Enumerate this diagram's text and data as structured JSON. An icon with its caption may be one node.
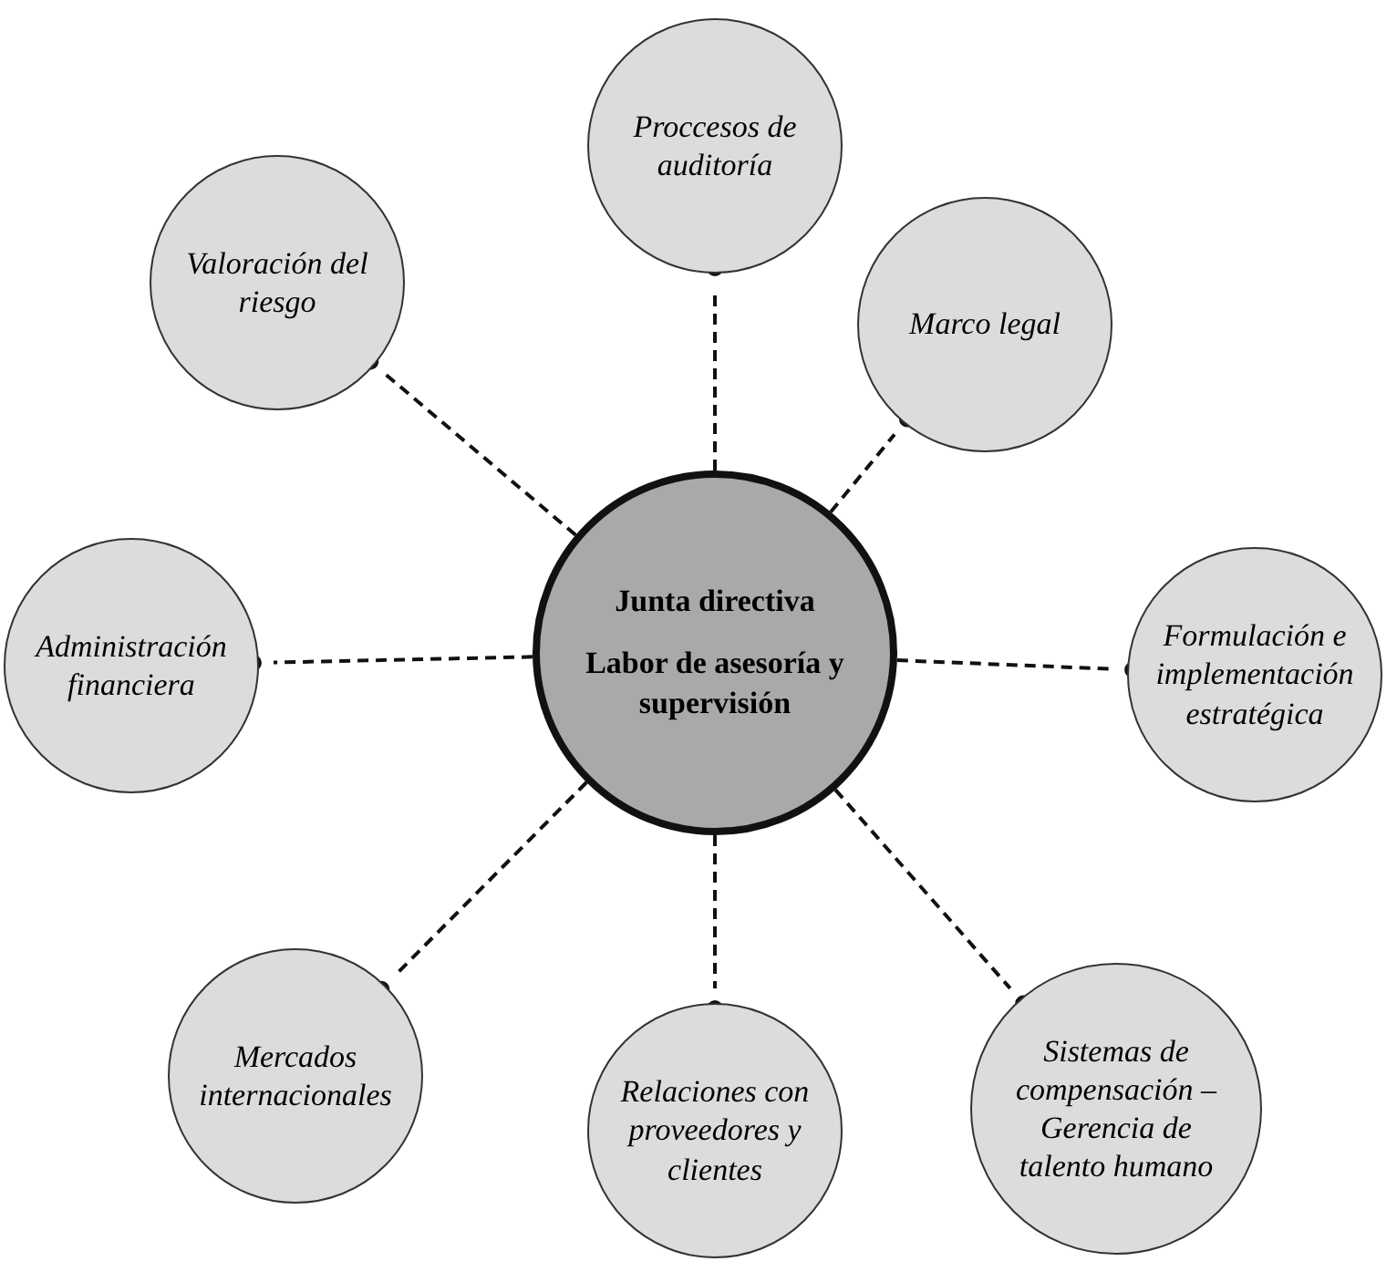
{
  "diagram": {
    "nodes": [
      {
        "text": [
          "Junta directiva",
          "Labor de asesoría y supervisión"
        ]
      },
      {
        "text": [
          "Proccesos de auditoría"
        ]
      },
      {
        "text": [
          "Marco legal"
        ]
      },
      {
        "text": [
          "Formulación e implementación estratégica"
        ]
      },
      {
        "text": [
          "Sistemas de compensación – Gerencia de talento humano"
        ]
      },
      {
        "text": [
          "Relaciones con proveedores y clientes"
        ]
      },
      {
        "text": [
          "Mercados internacionales"
        ]
      },
      {
        "text": [
          "Administración financiera"
        ]
      },
      {
        "text": [
          "Valoración del riesgo"
        ]
      }
    ],
    "edges": [
      {
        "from": 0,
        "to": 1,
        "arrow": "other",
        "style": "dashed"
      },
      {
        "from": 0,
        "to": 2,
        "arrow": "other",
        "style": "dashed"
      },
      {
        "from": 0,
        "to": 3,
        "arrow": "other",
        "style": "dashed"
      },
      {
        "from": 0,
        "to": 4,
        "arrow": "other",
        "style": "dashed"
      },
      {
        "from": 0,
        "to": 5,
        "arrow": "other",
        "style": "dashed"
      },
      {
        "from": 0,
        "to": 6,
        "arrow": "other",
        "style": "dashed"
      },
      {
        "from": 0,
        "to": 7,
        "arrow": "other",
        "style": "dashed"
      },
      {
        "from": 0,
        "to": 8,
        "arrow": "other",
        "style": "dashed"
      }
    ]
  }
}
